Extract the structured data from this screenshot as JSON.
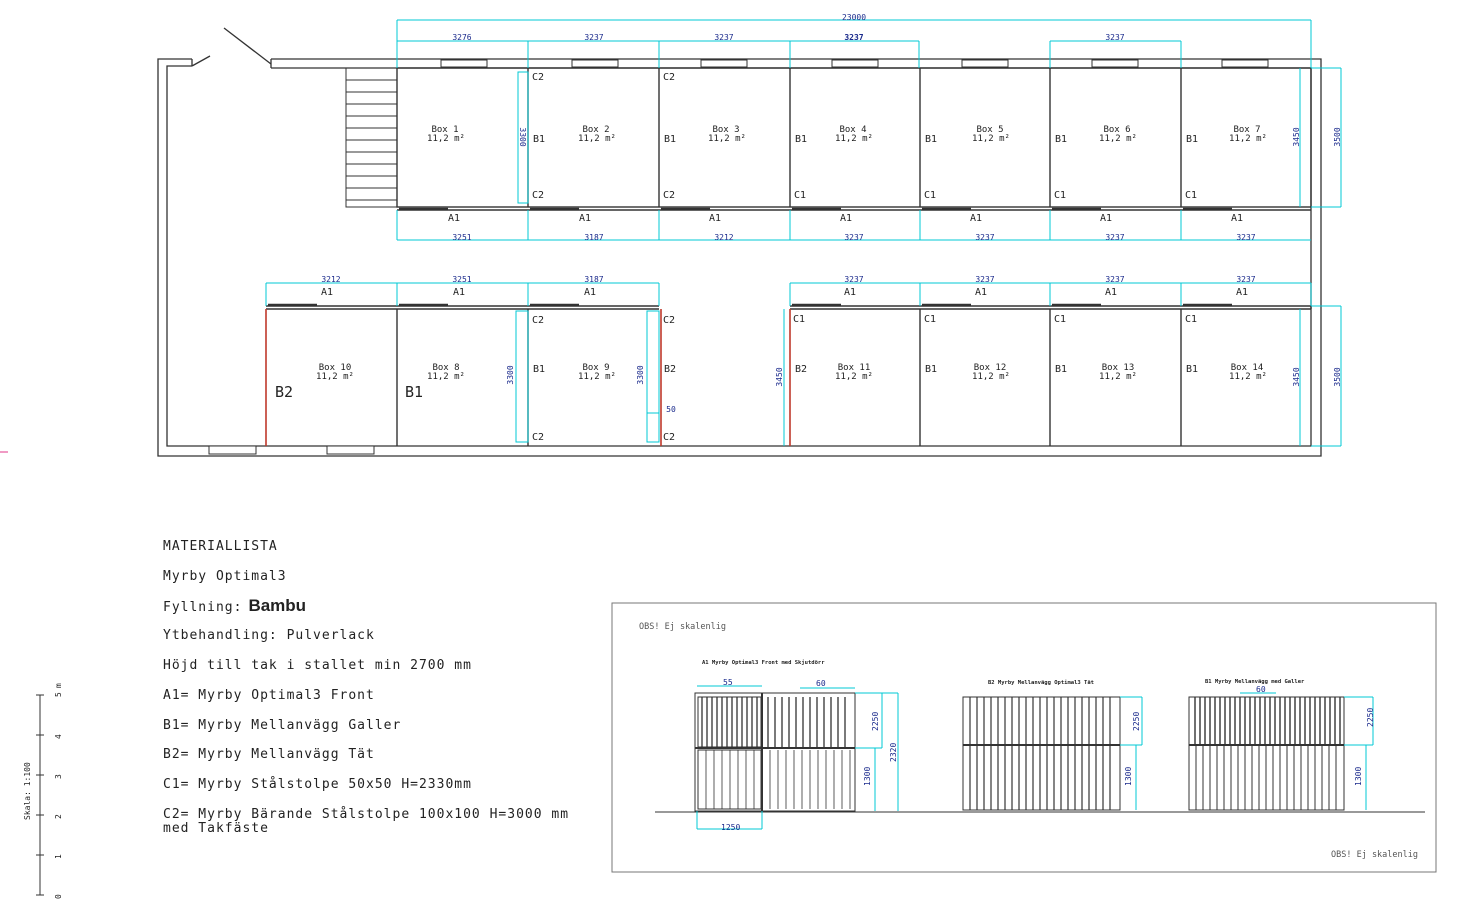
{
  "dimensions": {
    "overall": "23000",
    "top_row_top": [
      "3276",
      "3237",
      "3237",
      "3237",
      "3237"
    ],
    "top_row_bottom": [
      "3251",
      "3187",
      "3212",
      "3237",
      "3237",
      "3237",
      "3237"
    ],
    "bottom_row_top_left": [
      "3212",
      "3251",
      "3187"
    ],
    "bottom_row_top_right": [
      "3237",
      "3237",
      "3237",
      "3237"
    ],
    "box_depth_vertical": "3300",
    "row_depth_inner": "3450",
    "row_depth_outer": "3500",
    "gap_50": "50"
  },
  "boxes_top": [
    {
      "name": "Box 1",
      "area": "11,2 m²"
    },
    {
      "name": "Box 2",
      "area": "11,2 m²"
    },
    {
      "name": "Box 3",
      "area": "11,2 m²"
    },
    {
      "name": "Box 4",
      "area": "11,2 m²"
    },
    {
      "name": "Box 5",
      "area": "11,2 m²"
    },
    {
      "name": "Box 6",
      "area": "11,2 m²"
    },
    {
      "name": "Box 7",
      "area": "11,2 m²"
    }
  ],
  "boxes_bottom": [
    {
      "name": "Box 10",
      "area": "11,2 m²"
    },
    {
      "name": "Box 8",
      "area": "11,2 m²"
    },
    {
      "name": "Box 9",
      "area": "11,2 m²"
    },
    {
      "name": "Box 11",
      "area": "11,2 m²"
    },
    {
      "name": "Box 12",
      "area": "11,2 m²"
    },
    {
      "name": "Box 13",
      "area": "11,2 m²"
    },
    {
      "name": "Box 14",
      "area": "11,2 m²"
    }
  ],
  "codes": {
    "A1": "A1",
    "B1": "B1",
    "B2": "B2",
    "C1": "C1",
    "C2": "C2"
  },
  "materials": {
    "heading": "MATERIALLISTA",
    "product": "Myrby Optimal3",
    "filling_label": "Fyllning:",
    "filling_value": "Bambu",
    "surface": "Ytbehandling: Pulverlack",
    "height": "Höjd till tak i stallet min 2700 mm",
    "a1": "A1= Myrby Optimal3 Front",
    "b1": "B1= Myrby Mellanvägg Galler",
    "b2": "B2= Myrby Mellanvägg Tät",
    "c1": "C1= Myrby Stålstolpe 50x50 H=2330mm",
    "c2_line1": "C2= Myrby Bärande Stålstolpe 100x100 H=3000 mm",
    "c2_line2": "med Takfäste"
  },
  "scale": {
    "label": "Skala: 1:100",
    "unit": "m",
    "ticks": [
      "0",
      "1",
      "2",
      "3",
      "4",
      "5"
    ]
  },
  "elevations": {
    "note_top": "OBS! Ej skalenlig",
    "note_bottom": "OBS! Ej skalenlig",
    "a1_title": "A1 Myrby Optimal3 Front med Skjutdörr",
    "b2_title": "B2 Myrby Mellanvägg Optimal3 Tät",
    "b1_title": "B1 Myrby Mellanvägg med Galler",
    "dims": {
      "d55": "55",
      "d60": "60",
      "d2250": "2250",
      "d2320": "2320",
      "d1300": "1300",
      "d1250": "1250"
    }
  },
  "colors": {
    "wall": "#333333",
    "dimension": "#00c8d4",
    "dimension_text": "#1a2a8c",
    "solid_wall": "#c0392b",
    "margin_mark": "#e0368a"
  }
}
